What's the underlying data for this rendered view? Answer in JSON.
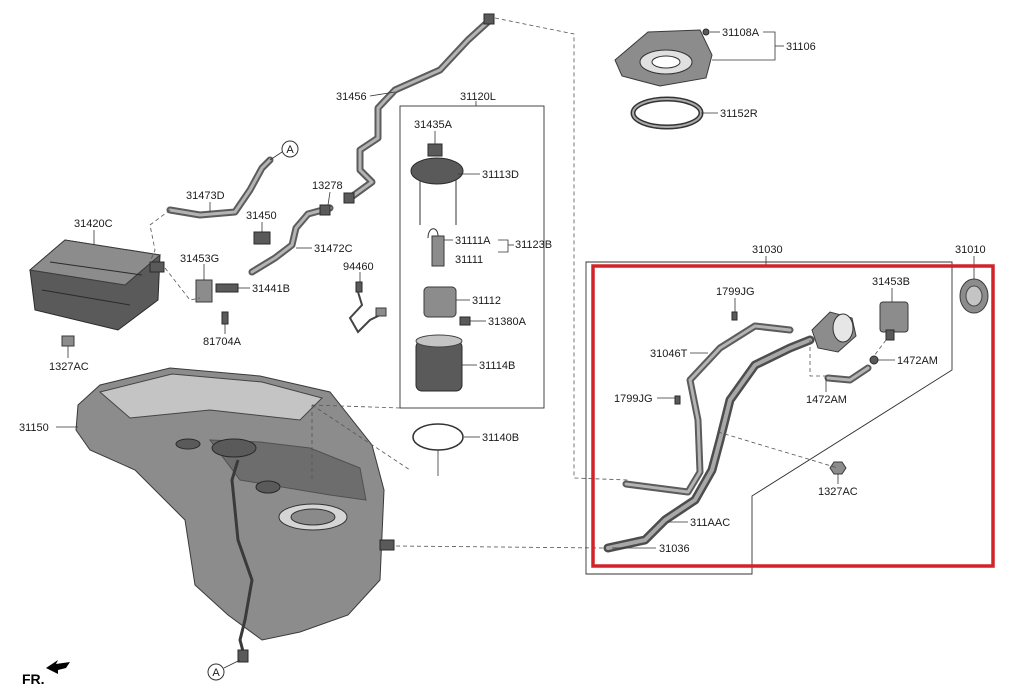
{
  "highlight_color": "#d2232a",
  "orientation": "FR.",
  "circle_ref": "A",
  "labels": {
    "l_31108A": "31108A",
    "l_31106": "31106",
    "l_31152R": "31152R",
    "l_31456": "31456",
    "l_31120L": "31120L",
    "l_31435A": "31435A",
    "l_31113D": "31113D",
    "l_31111A": "31111A",
    "l_31123B": "31123B",
    "l_31111": "31111",
    "l_31112": "31112",
    "l_31380A": "31380A",
    "l_31114B": "31114B",
    "l_31140B": "31140B",
    "l_31473D": "31473D",
    "l_13278": "13278",
    "l_31450": "31450",
    "l_31472C": "31472C",
    "l_31420C": "31420C",
    "l_31453G": "31453G",
    "l_31441B": "31441B",
    "l_94460": "94460",
    "l_81704A": "81704A",
    "l_1327AC_left": "1327AC",
    "l_31150": "31150",
    "l_31030": "31030",
    "l_31010": "31010",
    "l_1799JG_top": "1799JG",
    "l_31453B": "31453B",
    "l_31046T": "31046T",
    "l_1472AM_right": "1472AM",
    "l_1799JG_left": "1799JG",
    "l_1472AM_low": "1472AM",
    "l_1327AC_right": "1327AC",
    "l_311AAC": "311AAC",
    "l_31036": "31036"
  }
}
